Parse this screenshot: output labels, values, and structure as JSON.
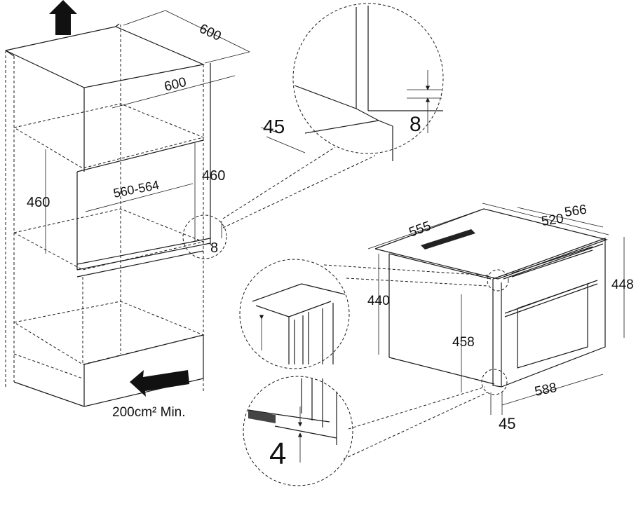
{
  "cabinet": {
    "depth_top": "600",
    "width_top": "600",
    "niche_height_left": "460",
    "niche_height_right": "460",
    "niche_width": "560-564",
    "shelf_offset": "8",
    "vent_area": "200cm² Min."
  },
  "detail_top": {
    "depth": "45",
    "gap": "8"
  },
  "oven": {
    "depth_body": "555",
    "width_inner": "520",
    "width_outer": "566",
    "height_outer": "448",
    "height_body": "440",
    "height_front": "458",
    "width_front": "588",
    "front_depth": "45"
  },
  "detail_bottom": {
    "gap": "4"
  },
  "colors": {
    "line": "#1a1a1a",
    "arrow": "#111111"
  }
}
